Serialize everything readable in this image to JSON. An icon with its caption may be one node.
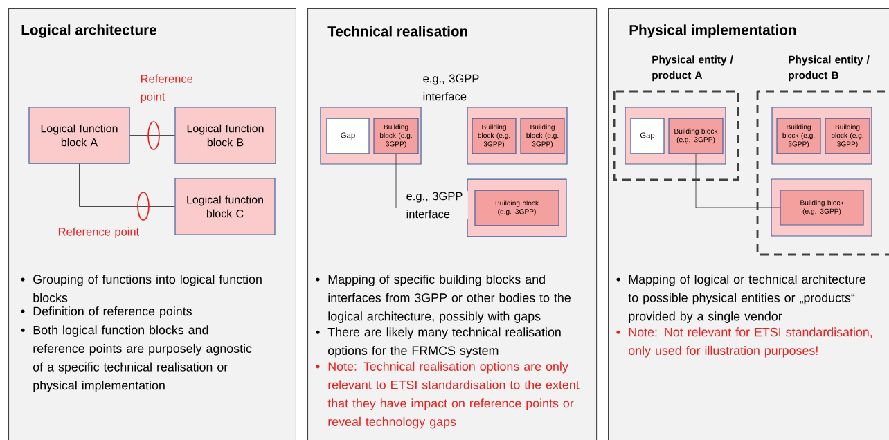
{
  "diagram": {
    "nodes": [
      {
        "text": [
          "Logical architecture",
          "Grouping of functions into logical function blocks",
          "Definition of reference points",
          "Both logical function blocks and reference points are purposely agnostic of a specific technical realisation or physical implementation"
        ]
      },
      {
        "text": [
          "Logical function block A"
        ],
        "in": 0
      },
      {
        "text": [
          "Logical function block B"
        ],
        "in": 0
      },
      {
        "text": [
          "Logical function block C"
        ],
        "in": 0
      },
      {
        "text": [
          "Technical realisation",
          "Mapping of specific building blocks and interfaces from 3GPP or other bodies to the logical architecture, possibly with gaps",
          "There are likely many technical realisation options for the FRMCS system",
          "Note: Technical realisation options are only relevant to ETSI standardisation to the extent that they have impact on reference points or reveal technology gaps"
        ]
      },
      {
        "text": [],
        "shape": "box",
        "in": 4
      },
      {
        "text": [
          "Gap"
        ],
        "in": 5
      },
      {
        "text": [
          "Building block (e.g. 3GPP)"
        ],
        "in": 5
      },
      {
        "text": [],
        "shape": "box",
        "in": 4
      },
      {
        "text": [
          "Building block (e.g. 3GPP)"
        ],
        "in": 8
      },
      {
        "text": [
          "Building block (e.g. 3GPP)"
        ],
        "in": 8
      },
      {
        "text": [],
        "shape": "box",
        "in": 4
      },
      {
        "text": [
          "Building block (e.g. 3GPP)"
        ],
        "in": 11
      },
      {
        "text": [
          "Physical implementation",
          "Mapping of logical or technical architecture to possible physical entities or „products“ provided by a single vendor",
          "Note: Not relevant for ETSI standardisation, only used for illustration purposes!"
        ]
      },
      {
        "text": [
          "Physical entity / product A"
        ],
        "in": 13
      },
      {
        "text": [],
        "shape": "box",
        "in": 14
      },
      {
        "text": [
          "Gap"
        ],
        "in": 15
      },
      {
        "text": [
          "Building block (e.g. 3GPP)"
        ],
        "in": 15
      },
      {
        "text": [
          "Physical entity / product B"
        ],
        "in": 13
      },
      {
        "text": [],
        "shape": "box",
        "in": 18
      },
      {
        "text": [
          "Building block (e.g. 3GPP)"
        ],
        "in": 19
      },
      {
        "text": [
          "Building block (e.g. 3GPP)"
        ],
        "in": 19
      },
      {
        "text": [],
        "shape": "box",
        "in": 18
      },
      {
        "text": [
          "Building block (e.g. 3GPP)"
        ],
        "in": 22
      }
    ],
    "edges": [
      {
        "from": 1,
        "to": 2,
        "arrow": "none",
        "label": "Reference point"
      },
      {
        "from": 1,
        "to": 3,
        "arrow": "none",
        "label": "Reference point"
      },
      {
        "from": 6,
        "to": 7,
        "arrow": "none"
      },
      {
        "from": 7,
        "to": 9,
        "arrow": "none",
        "label": "e.g., 3GPP interface"
      },
      {
        "from": 7,
        "to": 12,
        "arrow": "none",
        "label": "e.g., 3GPP interface"
      },
      {
        "from": 16,
        "to": 17,
        "arrow": "none"
      },
      {
        "from": 17,
        "to": 20,
        "arrow": "none"
      },
      {
        "from": 17,
        "to": 23,
        "arrow": "none"
      }
    ]
  }
}
